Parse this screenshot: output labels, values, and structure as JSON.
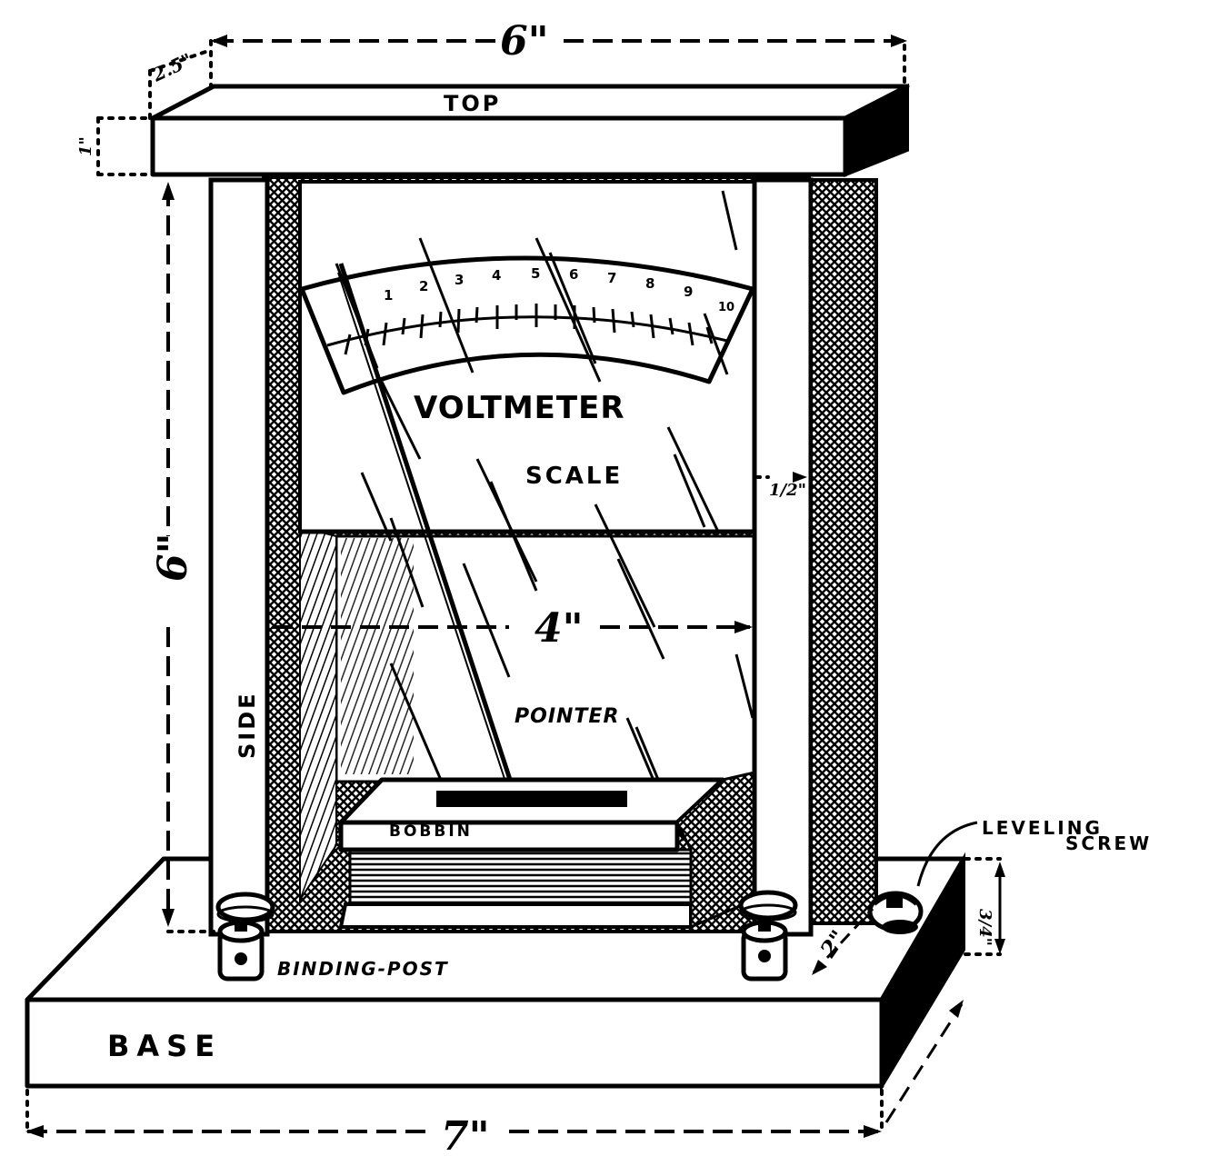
{
  "labels": {
    "top": "TOP",
    "side": "SIDE",
    "base": "BASE",
    "voltmeter": "VOLTMETER",
    "scale": "SCALE",
    "pointer": "POINTER",
    "bobbin": "BOBBIN",
    "binding_post": "BINDING-POST",
    "leveling": "LEVELING",
    "screw": "SCREW"
  },
  "dimensions": {
    "top_width": "6\"",
    "side_height": "6\"",
    "inner_width": "4\"",
    "base_width": "7\"",
    "top_depth": "2.5\"",
    "top_thickness": "1\"",
    "scale_margin": "1/2\"",
    "base_height": "3/4\"",
    "base_depth": "2\""
  },
  "scale_ticks": [
    "1",
    "2",
    "3",
    "4",
    "5",
    "6",
    "7",
    "8",
    "9",
    "10"
  ],
  "colors": {
    "ink": "#000000",
    "paper": "#ffffff"
  }
}
